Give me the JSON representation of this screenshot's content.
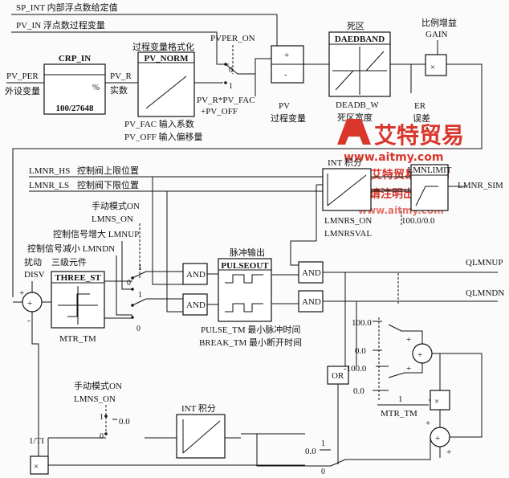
{
  "labels": {
    "sp_int": "SP_INT 内部浮点数给定值",
    "pv_in": "PV_IN 浮点数过程变量",
    "pv_per": "PV_PER",
    "pv_per_desc": "外设变量",
    "crp_in": "CRP_IN",
    "crp_in_percent": "%",
    "crp_in_range": "100/27648",
    "pv_r": "PV_R",
    "pv_r_desc": "实数",
    "pv_norm_title": "过程变量格式化",
    "pv_norm": "PV_NORM",
    "pvper_on": "PVPER_ON",
    "pv_norm_formula1": "PV_R*PV_FAC",
    "pv_norm_formula2": "+PV_OFF",
    "pv_fac": "PV_FAC 输入系数",
    "pv_off": "PV_OFF 输入偏移量",
    "pv": "PV",
    "pv_desc": "过程变量",
    "deadband_title": "死区",
    "deadband": "DAEDBAND",
    "deadb_w": "DEADB_W",
    "deadb_w_desc": "死区宽度",
    "er": "ER",
    "er_desc": "误差",
    "gain_title": "比例增益",
    "gain": "GAIN",
    "lmnr_hs": "LMNR_HS",
    "lmnr_hs_desc": "控制阀上限位置",
    "lmnr_ls": "LMNR_LS",
    "lmnr_ls_desc": "控制阀下限位置",
    "int_title": "INT 积分",
    "lmnlimit": "LMNLIMIT",
    "lmnr_sim": "LMNR_SIM",
    "lmnrs_on": "LMNRS_ON",
    "lmnrsval": "LMNRSVAL",
    "lmn_range": "100.0/0.0",
    "manual_mode_1": "手动模式ON",
    "lmns_on_1": "LMNS_ON",
    "lmnup": "控制信号增大 LMNUP",
    "lmndn": "控制信号减小 LMNDN",
    "pulse_title": "脉冲输出",
    "pulseout": "PULSEOUT",
    "disturb": "扰动",
    "disv": "DISV",
    "three_st_title": "三级元件",
    "three_st": "THREE_ST",
    "mtr_tm": "MTR_TM",
    "and": "AND",
    "or": "OR",
    "pulse_tm": "PULSE_TM 最小脉冲时间",
    "break_tm": "BREAK_TM 最小断开时间",
    "qlmnup": "QLMNUP",
    "qlmndn": "QLMNDN",
    "val_100": "100.0",
    "val_0": "0.0",
    "val_neg100": "-100.0",
    "one": "1",
    "zero": "0",
    "one_over": "1",
    "mtr_tm2": "MTR_TM",
    "manual_mode_2": "手动模式ON",
    "lmns_on_2": "LMNS_ON",
    "int_title2": "INT 积分",
    "one_ti": "1/TI",
    "plus": "+",
    "minus": "-",
    "times": "×"
  },
  "watermark": {
    "brand": "艾特贸易",
    "url": "www.aitmy.com",
    "note1": "本文为艾特贸易网原创",
    "note2": "转载请注明出处",
    "url2": "www.aitmy.com"
  },
  "colors": {
    "watermark": "#d9372b",
    "line": "#111111"
  }
}
